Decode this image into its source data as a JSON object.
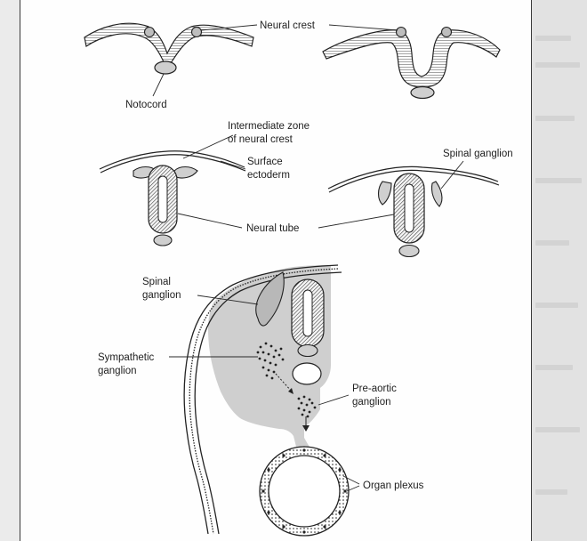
{
  "figure": {
    "labels": {
      "neural_crest": "Neural crest",
      "notocord": "Notocord",
      "intermediate_zone_line1": "Intermediate zone",
      "intermediate_zone_line2": "of neural crest",
      "surface_ectoderm_line1": "Surface",
      "surface_ectoderm_line2": "ectoderm",
      "spinal_ganglion_top": "Spinal ganglion",
      "neural_tube": "Neural tube",
      "spinal_ganglion_bottom_line1": "Spinal",
      "spinal_ganglion_bottom_line2": "ganglion",
      "sympathetic_ganglion_line1": "Sympathetic",
      "sympathetic_ganglion_line2": "ganglion",
      "pre_aortic_ganglion_line1": "Pre-aortic",
      "pre_aortic_ganglion_line2": "ganglion",
      "organ_plexus": "Organ plexus"
    },
    "colors": {
      "ink": "#2a2a2a",
      "mesoderm_fill": "#cfcfcf",
      "paper": "#fefefe"
    }
  }
}
